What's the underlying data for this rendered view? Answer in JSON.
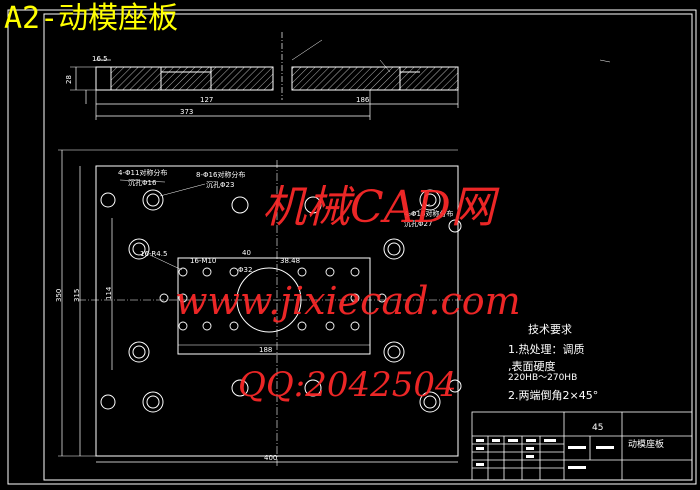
{
  "title": "A2-动模座板",
  "watermarks": {
    "line1": "机械CAD网",
    "line2": "www.jixiecad.com",
    "line3": "QQ:2042504"
  },
  "tech_requirements": {
    "title": "技术要求",
    "item1": "1.热处理：调质",
    "item2": ",表面硬度",
    "item3": "220HB～270HB",
    "item4": "2.两端倒角2×45°"
  },
  "title_block": {
    "material": "45",
    "part_name": "动模座板"
  },
  "dimensions": {
    "top_left": "16.5",
    "left_height": "28",
    "span_127": "127",
    "span_186": "186",
    "span_373": "373",
    "outer_height": "350",
    "inner_height": "315",
    "mid_height": "114",
    "bottom_width": "400",
    "center_width": "188",
    "center_40": "40",
    "center_38": "38.48",
    "left_r": "16-R4.5",
    "left_10": "16-M10"
  },
  "hole_notes": {
    "n1": "4-Φ11对称分布",
    "n1b": "沉孔Φ16",
    "n2": "8-Φ16对称分布",
    "n2b": "沉孔Φ23",
    "n3": "4-Φ16对称分布",
    "n3b": "沉孔Φ27",
    "n4": "Φ32"
  },
  "colors": {
    "title": "#ffff00",
    "watermark": "#ff2a2a",
    "lines": "#ffffff",
    "background": "#000000"
  }
}
